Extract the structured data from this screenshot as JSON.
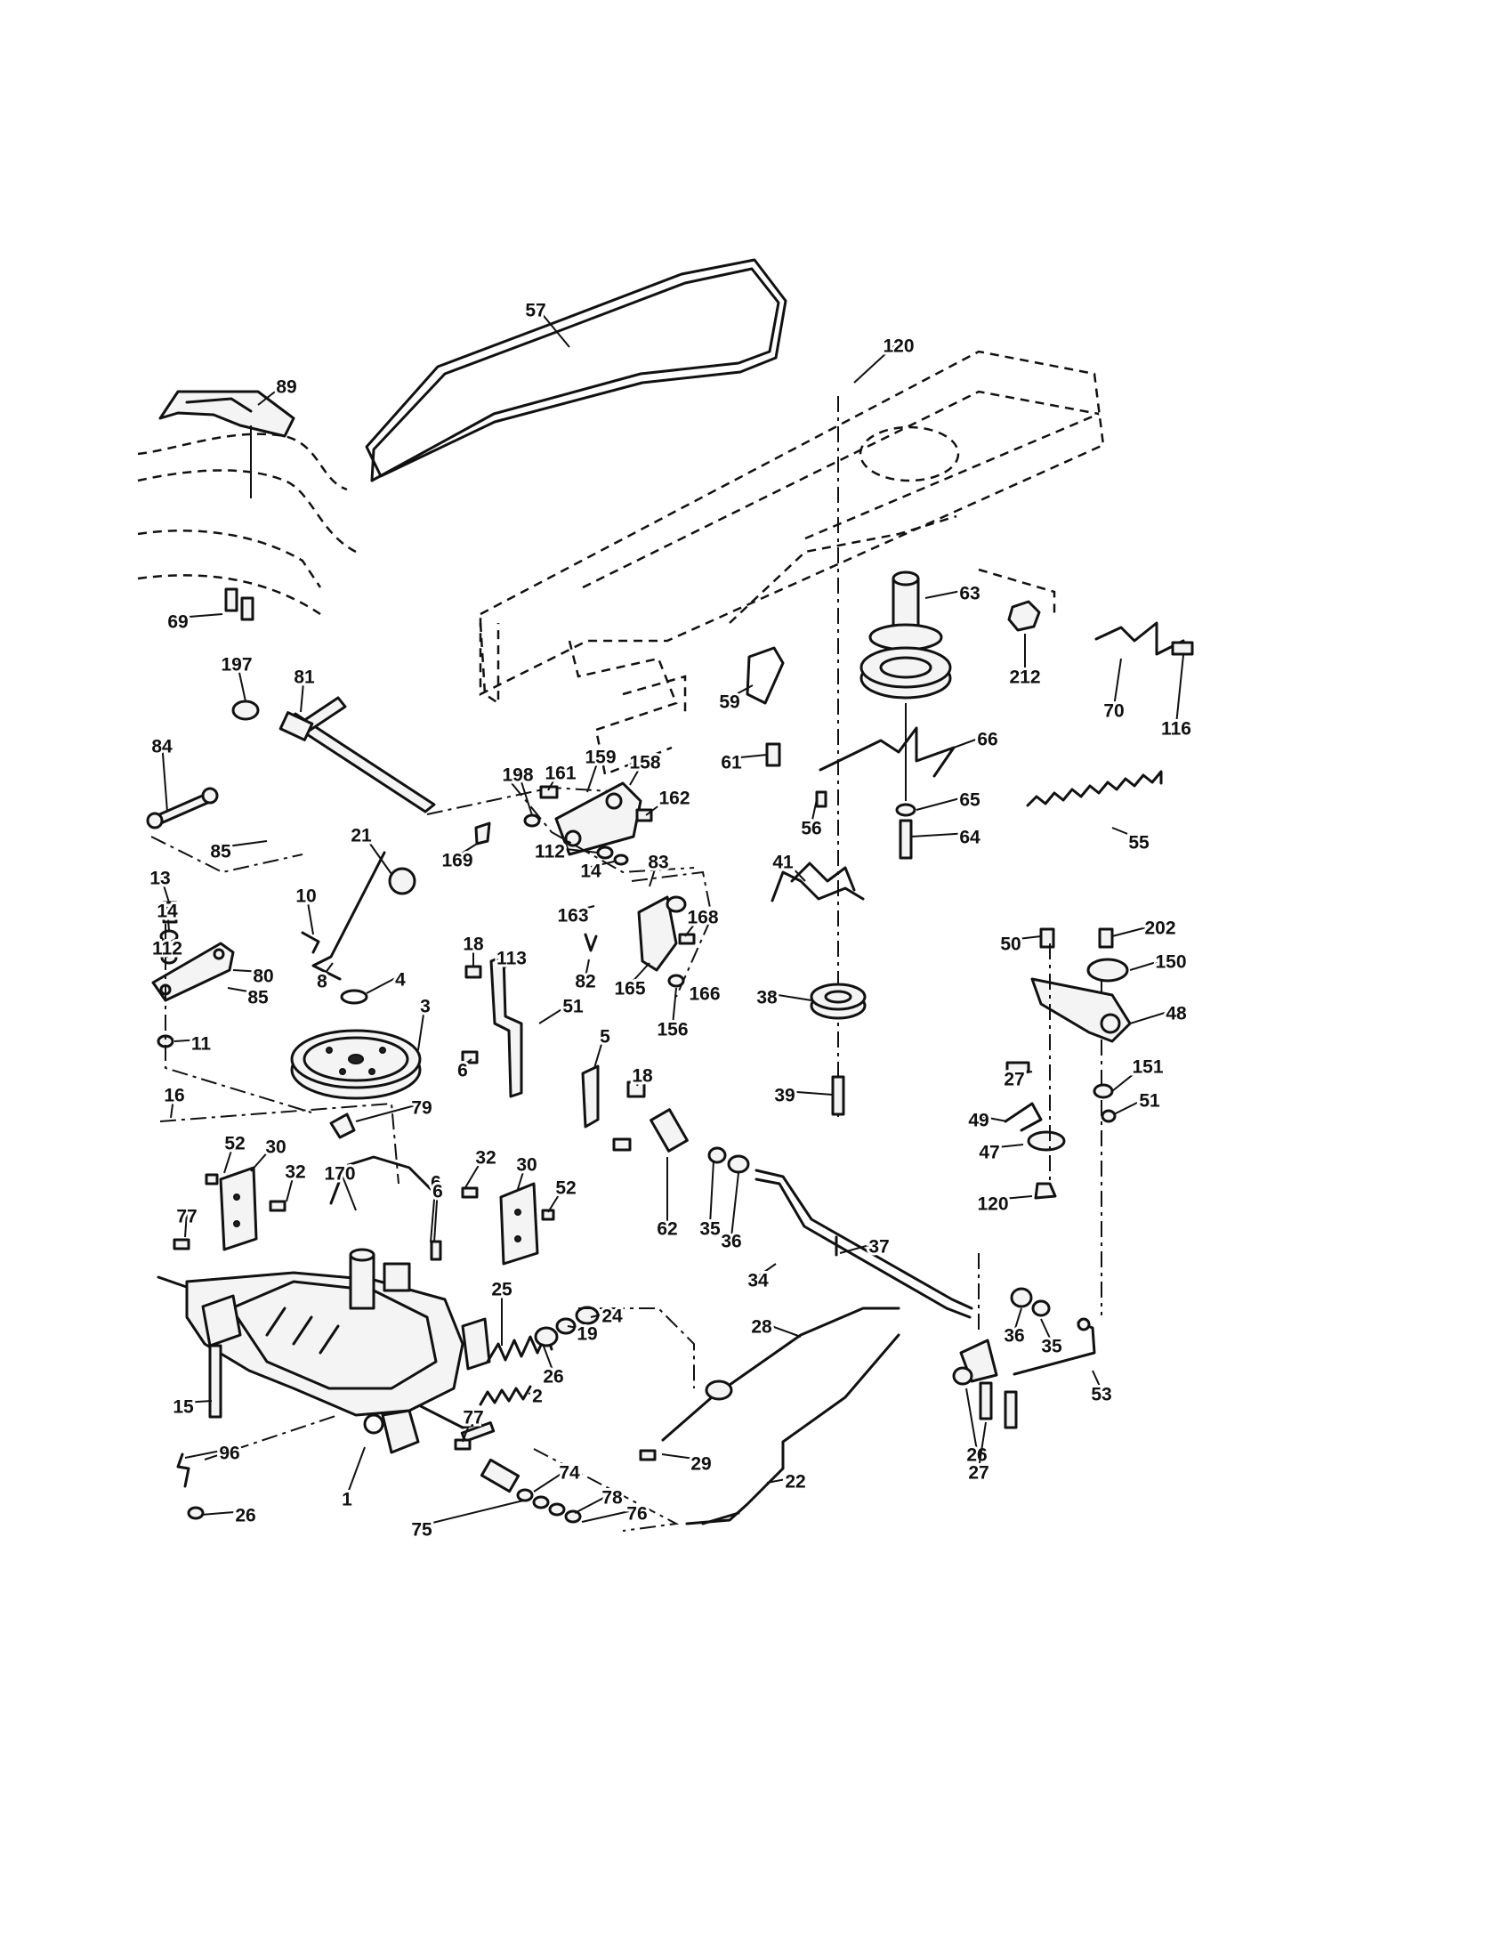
{
  "diagram": {
    "background": "#ffffff",
    "ink": "#111111",
    "callouts": [
      {
        "label": "57"
      },
      {
        "label": "120"
      },
      {
        "label": "89"
      },
      {
        "label": "69"
      },
      {
        "label": "63"
      },
      {
        "label": "212"
      },
      {
        "label": "70"
      },
      {
        "label": "116"
      },
      {
        "label": "197"
      },
      {
        "label": "81"
      },
      {
        "label": "59"
      },
      {
        "label": "61"
      },
      {
        "label": "66"
      },
      {
        "label": "84"
      },
      {
        "label": "198"
      },
      {
        "label": "161"
      },
      {
        "label": "159"
      },
      {
        "label": "158"
      },
      {
        "label": "162"
      },
      {
        "label": "85"
      },
      {
        "label": "21"
      },
      {
        "label": "169"
      },
      {
        "label": "112"
      },
      {
        "label": "14"
      },
      {
        "label": "83"
      },
      {
        "label": "56"
      },
      {
        "label": "65"
      },
      {
        "label": "64"
      },
      {
        "label": "55"
      },
      {
        "label": "41"
      },
      {
        "label": "163"
      },
      {
        "label": "168"
      },
      {
        "label": "13"
      },
      {
        "label": "14"
      },
      {
        "label": "10"
      },
      {
        "label": "112"
      },
      {
        "label": "8"
      },
      {
        "label": "80"
      },
      {
        "label": "82"
      },
      {
        "label": "165"
      },
      {
        "label": "156"
      },
      {
        "label": "166"
      },
      {
        "label": "18"
      },
      {
        "label": "113"
      },
      {
        "label": "50"
      },
      {
        "label": "202"
      },
      {
        "label": "150"
      },
      {
        "label": "38"
      },
      {
        "label": "85"
      },
      {
        "label": "4"
      },
      {
        "label": "3"
      },
      {
        "label": "51"
      },
      {
        "label": "48"
      },
      {
        "label": "11"
      },
      {
        "label": "5"
      },
      {
        "label": "6"
      },
      {
        "label": "18"
      },
      {
        "label": "27"
      },
      {
        "label": "151"
      },
      {
        "label": "39"
      },
      {
        "label": "51"
      },
      {
        "label": "79"
      },
      {
        "label": "49"
      },
      {
        "label": "16"
      },
      {
        "label": "52"
      },
      {
        "label": "30"
      },
      {
        "label": "6"
      },
      {
        "label": "47"
      },
      {
        "label": "32"
      },
      {
        "label": "32"
      },
      {
        "label": "30"
      },
      {
        "label": "170"
      },
      {
        "label": "52"
      },
      {
        "label": "62"
      },
      {
        "label": "35"
      },
      {
        "label": "36"
      },
      {
        "label": "120"
      },
      {
        "label": "77"
      },
      {
        "label": "6"
      },
      {
        "label": "34"
      },
      {
        "label": "37"
      },
      {
        "label": "25"
      },
      {
        "label": "24"
      },
      {
        "label": "19"
      },
      {
        "label": "28"
      },
      {
        "label": "36"
      },
      {
        "label": "35"
      },
      {
        "label": "26"
      },
      {
        "label": "2"
      },
      {
        "label": "53"
      },
      {
        "label": "15"
      },
      {
        "label": "77"
      },
      {
        "label": "29"
      },
      {
        "label": "26"
      },
      {
        "label": "27"
      },
      {
        "label": "96"
      },
      {
        "label": "74"
      },
      {
        "label": "78"
      },
      {
        "label": "76"
      },
      {
        "label": "22"
      },
      {
        "label": "1"
      },
      {
        "label": "26"
      },
      {
        "label": "75"
      }
    ]
  }
}
